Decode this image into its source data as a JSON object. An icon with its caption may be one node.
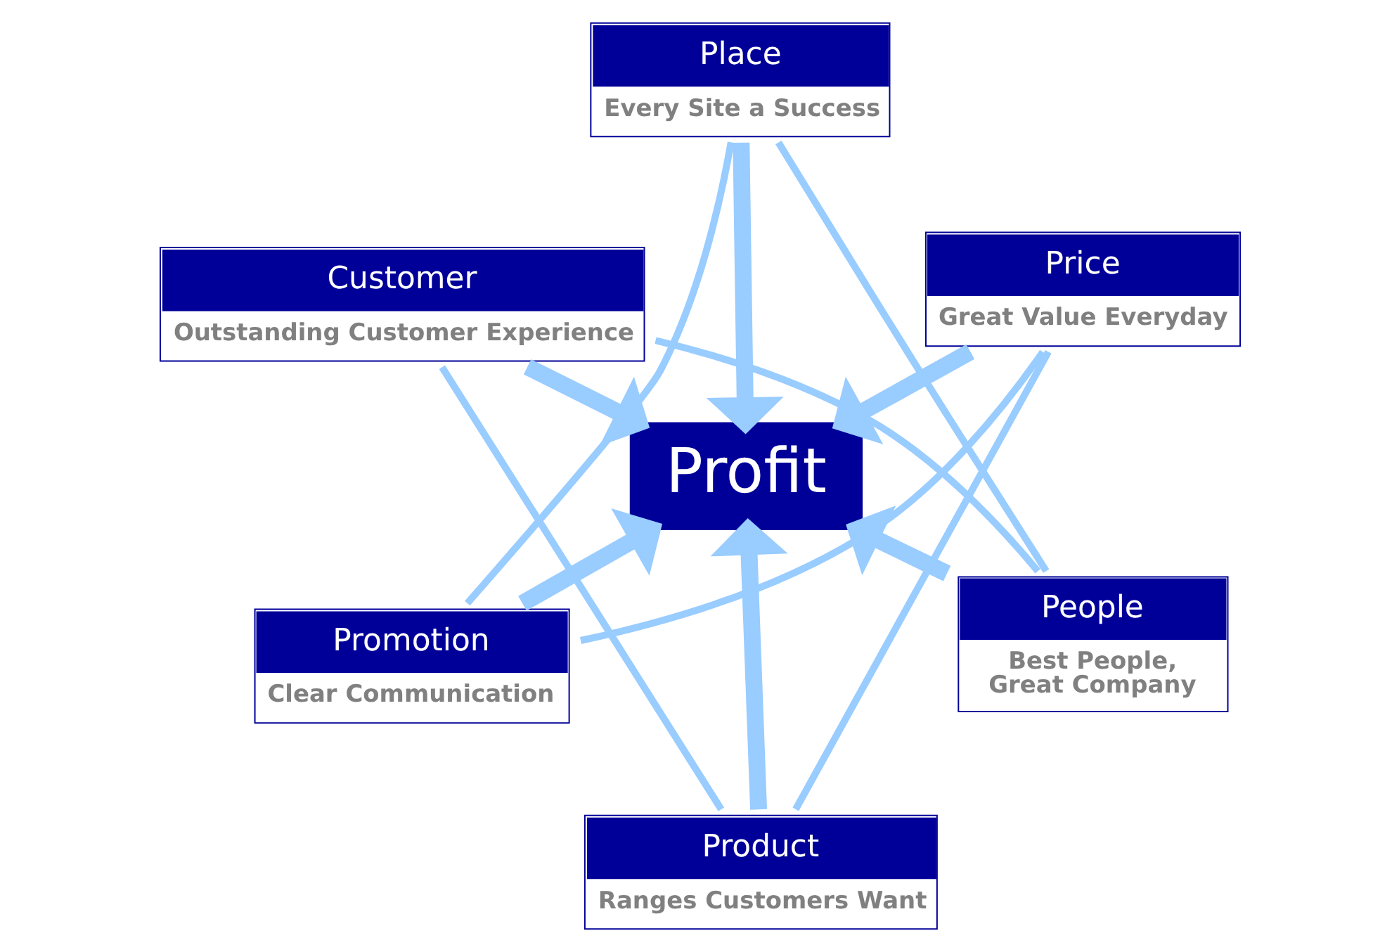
{
  "diagram": {
    "nodes": [
      {
        "text": [
          "Customer",
          "Outstanding Customer Experience"
        ]
      },
      {
        "text": [
          "People",
          "Best People, Great Company"
        ]
      },
      {
        "text": [
          "Product",
          "Ranges Customers Want"
        ]
      },
      {
        "text": [
          "Profit"
        ]
      },
      {
        "text": [
          "Place",
          "Every Site a Success"
        ]
      },
      {
        "text": [
          "Price",
          "Great Value Everyday"
        ]
      },
      {
        "text": [
          "Promotion",
          "Clear Communication"
        ]
      }
    ],
    "edges": [
      {
        "from": 0,
        "to": 3,
        "arrow": "to",
        "style": "thick"
      },
      {
        "from": 1,
        "to": 3,
        "arrow": "to",
        "style": "thick"
      },
      {
        "from": 2,
        "to": 3,
        "arrow": "to",
        "style": "thick"
      },
      {
        "from": 4,
        "to": 3,
        "arrow": "to",
        "style": "thick"
      },
      {
        "from": 5,
        "to": 3,
        "arrow": "to",
        "style": "thick"
      },
      {
        "from": 6,
        "to": 3,
        "arrow": "to",
        "style": "thick"
      },
      {
        "from": 0,
        "to": 2,
        "arrow": "none"
      },
      {
        "from": 2,
        "to": 5,
        "arrow": "none"
      },
      {
        "from": 5,
        "to": 6,
        "arrow": "none"
      },
      {
        "from": 6,
        "to": 4,
        "arrow": "none"
      },
      {
        "from": 4,
        "to": 1,
        "arrow": "none"
      },
      {
        "from": 1,
        "to": 0,
        "arrow": "none"
      }
    ]
  }
}
